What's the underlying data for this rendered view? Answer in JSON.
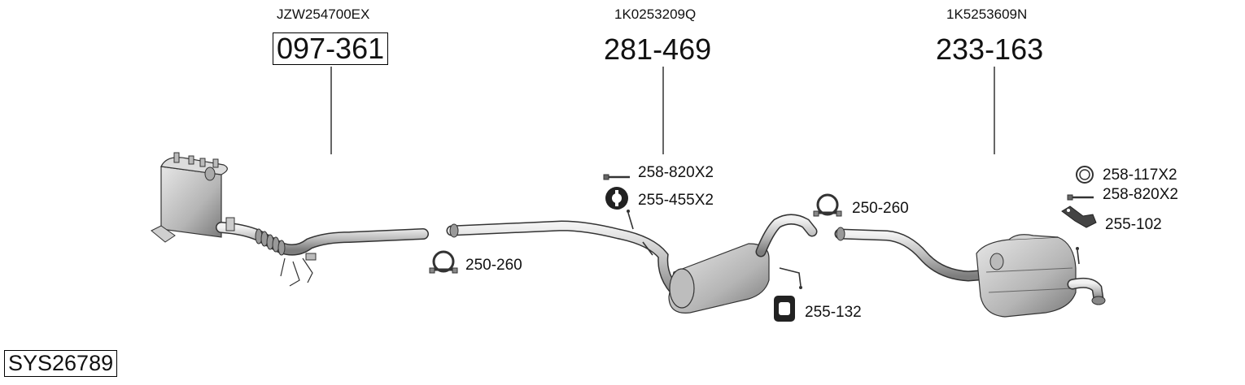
{
  "diagram": {
    "system_code": "SYS26789",
    "sections": [
      {
        "oe_number": "JZW254700EX",
        "part_number": "097-361",
        "boxed": true
      },
      {
        "oe_number": "1K0253209Q",
        "part_number": "281-469",
        "boxed": false
      },
      {
        "oe_number": "1K5253609N",
        "part_number": "233-163",
        "boxed": false
      }
    ],
    "accessories": [
      {
        "code": "250-260",
        "icon": "clamp-icon"
      },
      {
        "code": "258-820X2",
        "icon": "bolt-icon"
      },
      {
        "code": "255-455X2",
        "icon": "rubber-hanger-icon"
      },
      {
        "code": "250-260",
        "icon": "clamp-icon"
      },
      {
        "code": "255-132",
        "icon": "rubber-mount-icon"
      },
      {
        "code": "258-117X2",
        "icon": "ring-gasket-icon"
      },
      {
        "code": "258-820X2",
        "icon": "bolt-icon"
      },
      {
        "code": "255-102",
        "icon": "bracket-icon"
      }
    ],
    "colors": {
      "line": "#333333",
      "part_fill": "#cfcfcf",
      "part_shadow": "#8a8a8a"
    }
  }
}
